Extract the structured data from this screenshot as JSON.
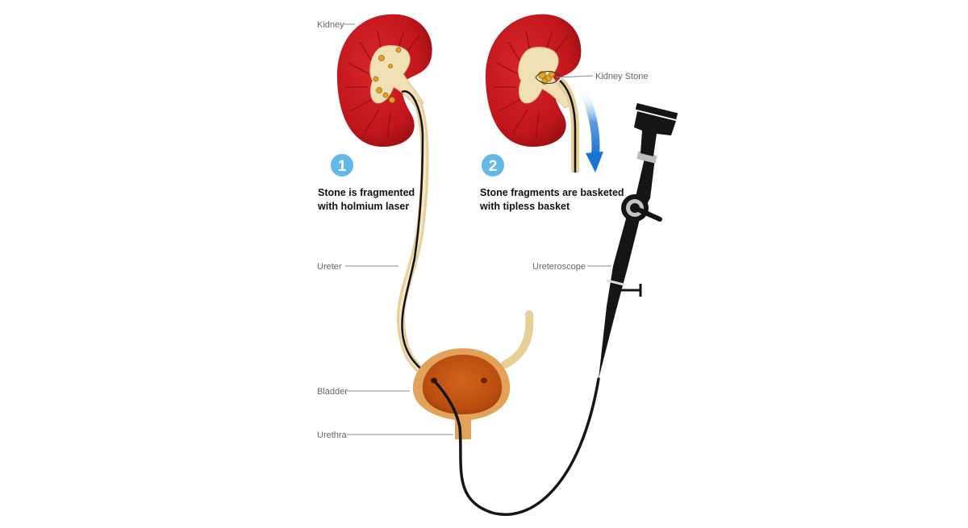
{
  "labels": {
    "kidney": "Kidney",
    "kidney_stone": "Kidney Stone",
    "ureter": "Ureter",
    "ureteroscope": "Ureteroscope",
    "bladder": "Bladder",
    "urethra": "Urethra"
  },
  "steps": [
    {
      "number": "1",
      "caption_line1": "Stone is fragmented",
      "caption_line2": "with holmium laser"
    },
    {
      "number": "2",
      "caption_line1": "Stone fragments are basketed",
      "caption_line2": "with tipless basket"
    }
  ],
  "colors": {
    "kidney_red": "#c0161c",
    "kidney_dark": "#8e0e12",
    "pelvis_cream": "#f1dfb6",
    "stone_orange": "#e0a323",
    "bladder_orange": "#c75a12",
    "scope_black": "#151515",
    "step_blue": "#62b8e6",
    "arrow_blue": "#1b73d6"
  }
}
